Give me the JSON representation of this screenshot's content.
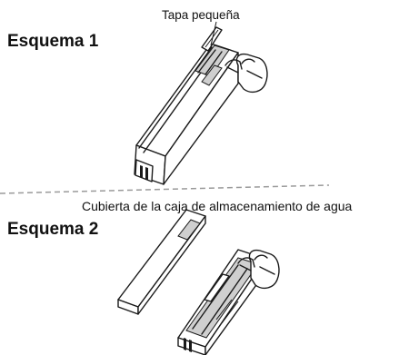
{
  "schema1": {
    "title": "Esquema 1",
    "callout": "Tapa pequeña"
  },
  "schema2": {
    "title": "Esquema 2",
    "callout": "Cubierta de la caja de almacenamiento de agua"
  },
  "colors": {
    "line": "#1a1a1a",
    "divider": "#9a9a9a",
    "background": "#ffffff"
  },
  "icons": [
    "hand-icon",
    "hand-icon"
  ]
}
